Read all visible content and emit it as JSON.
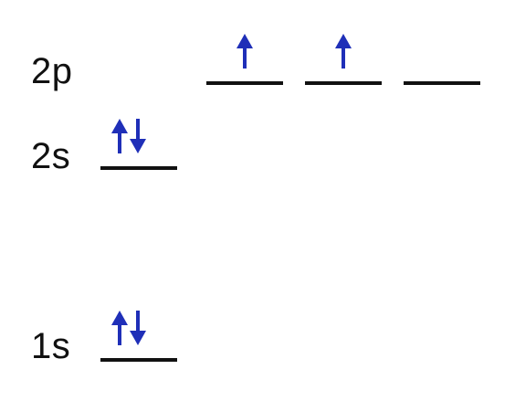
{
  "colors": {
    "arrow": "#1f2fb8",
    "line": "#111111",
    "text": "#111111"
  },
  "levels": [
    {
      "label": "2p",
      "orbitals": [
        {
          "electrons": [
            "up"
          ]
        },
        {
          "electrons": [
            "up"
          ]
        },
        {
          "electrons": []
        }
      ]
    },
    {
      "label": "2s",
      "orbitals": [
        {
          "electrons": [
            "up",
            "down"
          ]
        }
      ]
    },
    {
      "label": "1s",
      "orbitals": [
        {
          "electrons": [
            "up",
            "down"
          ]
        }
      ]
    }
  ]
}
